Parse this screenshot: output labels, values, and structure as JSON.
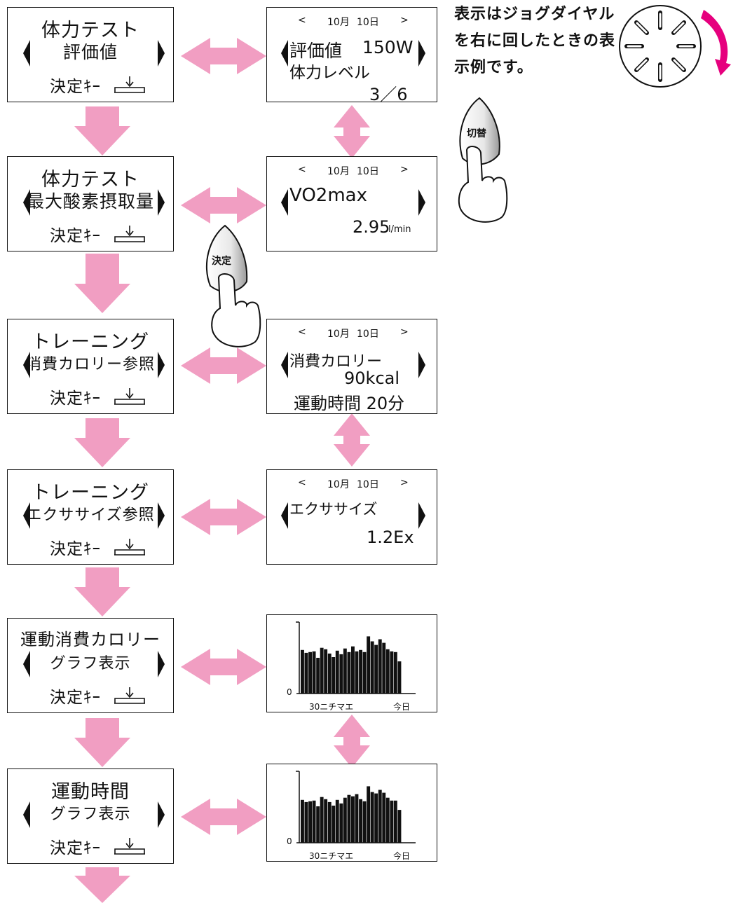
{
  "colors": {
    "arrow_pink": "#f19ec2",
    "dial_arrow_magenta": "#e6007e",
    "outline": "#111111"
  },
  "enter_label": "決定ｷｰ",
  "menus": [
    {
      "line1": "体力テスト",
      "line2": "評価値"
    },
    {
      "line1": "体力テスト",
      "line2": "最大酸素摂取量"
    },
    {
      "line1": "トレーニング",
      "line2": "消費カロリー参照"
    },
    {
      "line1": "トレーニング",
      "line2": "エクササイズ参照"
    },
    {
      "line1": "運動消費カロリー",
      "line2": "グラフ表示"
    },
    {
      "line1": "運動時間",
      "line2": "グラフ表示"
    }
  ],
  "date": {
    "prev": "<",
    "month": "10月",
    "day": "10日",
    "next": ">"
  },
  "displays": {
    "eval": {
      "label": "評価値",
      "value": "150W",
      "level_label": "体力レベル",
      "level_value": "3／6"
    },
    "vo2": {
      "label": "VO2max",
      "value": "2.95",
      "unit": "l/min"
    },
    "calorie": {
      "label": "消費カロリー",
      "value": "90kcal",
      "time": "運動時間 20分"
    },
    "exercise": {
      "label": "エクササイズ",
      "value": "1.2Ex"
    }
  },
  "buttons": {
    "enter": "決定",
    "switch": "切替"
  },
  "note": "表示はジョグダイヤルを右に回したときの表示例です。",
  "chart_data": [
    {
      "type": "bar",
      "title": "",
      "xlabel": "",
      "ylabel": "",
      "ylim": [
        0,
        10
      ],
      "y_tick_labels": [
        "0"
      ],
      "x_start_label": "30ニチマエ",
      "x_end_label": "今日",
      "values": [
        6.1,
        5.7,
        5.8,
        5.9,
        5.0,
        6.4,
        6.2,
        5.6,
        5.1,
        6.0,
        5.5,
        6.3,
        5.8,
        6.6,
        5.9,
        6.1,
        5.8,
        8.0,
        7.3,
        6.8,
        7.6,
        7.1,
        6.2,
        5.9,
        5.8,
        4.5
      ]
    },
    {
      "type": "bar",
      "title": "",
      "xlabel": "",
      "ylabel": "",
      "ylim": [
        0,
        10
      ],
      "y_tick_labels": [
        "0"
      ],
      "x_start_label": "30ニチマエ",
      "x_end_label": "今日",
      "values": [
        6.0,
        5.7,
        5.8,
        5.9,
        5.1,
        6.4,
        6.1,
        5.7,
        5.2,
        6.0,
        5.5,
        6.3,
        6.7,
        6.5,
        6.8,
        6.1,
        5.8,
        7.9,
        7.1,
        6.9,
        7.4,
        7.0,
        6.3,
        5.9,
        5.9,
        4.6
      ]
    }
  ]
}
